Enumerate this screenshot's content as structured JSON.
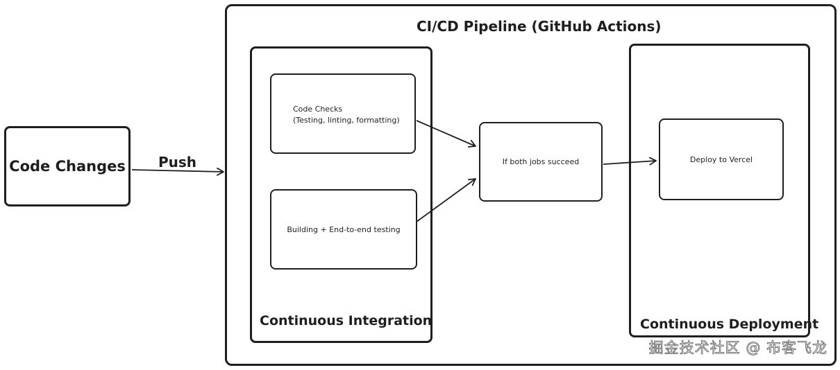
{
  "diagram": {
    "code_changes": "Code Changes",
    "push_label": "Push",
    "pipeline_title": "CI/CD Pipeline (GitHub Actions)",
    "ci": {
      "title": "Continuous Integration",
      "code_checks_line1": "Code Checks",
      "code_checks_line2": "(Testing, linting, formatting)",
      "building": "Building + End-to-end testing"
    },
    "gate": "If both jobs succeed",
    "cd": {
      "title": "Continuous Deployment",
      "deploy": "Deploy to Vercel"
    },
    "watermark": "掘金技术社区 @ 布客飞龙"
  },
  "colors": {
    "stroke": "#1e1e1e",
    "background": "#ffffff"
  }
}
